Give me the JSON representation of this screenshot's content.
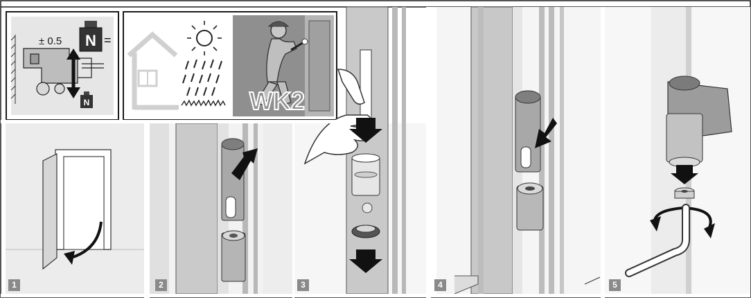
{
  "tolerance_label": "± 0.5",
  "weight_large_label": "N",
  "weight_small_label": "N",
  "security_class_label": "WK2",
  "steps": [
    {
      "number": "1"
    },
    {
      "number": "2"
    },
    {
      "number": "3"
    },
    {
      "number": "4"
    },
    {
      "number": "5"
    }
  ],
  "colors": {
    "frame": "#1a1a1a",
    "panel_bg": "#ececec",
    "metal": "#a7a7a7",
    "dark": "#2c2c2c"
  }
}
